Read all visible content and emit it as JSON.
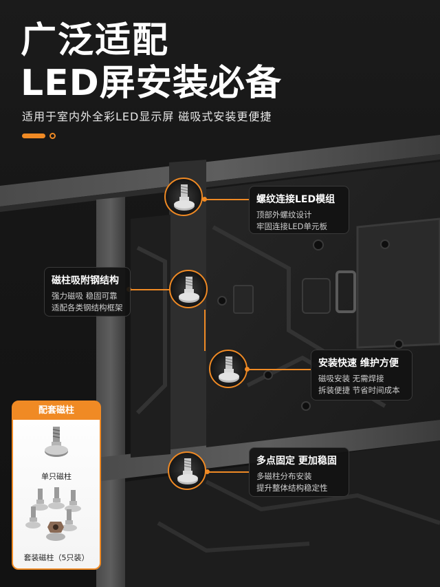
{
  "header": {
    "title_line1": "广泛适配",
    "title_line2": "LED屏安装必备",
    "subtitle": "适用于室内外全彩LED显示屏 磁吸式安装更便捷"
  },
  "callouts": [
    {
      "title": "螺纹连接LED模组",
      "lines": [
        "顶部外螺纹设计",
        "牢固连接LED单元板"
      ]
    },
    {
      "title": "磁柱吸附钢结构",
      "lines": [
        "强力磁吸 稳固可靠",
        "适配各类钢结构框架"
      ]
    },
    {
      "title": "安装快速 维护方便",
      "lines": [
        "磁吸安装 无需焊接",
        "拆装便捷 节省时间成本"
      ]
    },
    {
      "title": "多点固定 更加稳固",
      "lines": [
        "多磁柱分布安装",
        "提升整体结构稳定性"
      ]
    }
  ],
  "accessories": {
    "header": "配套磁柱",
    "single_label": "单只磁柱",
    "set_label": "套装磁柱（5只装）"
  },
  "colors": {
    "accent": "#f08a24",
    "background": "#161616",
    "text": "#ffffff"
  }
}
